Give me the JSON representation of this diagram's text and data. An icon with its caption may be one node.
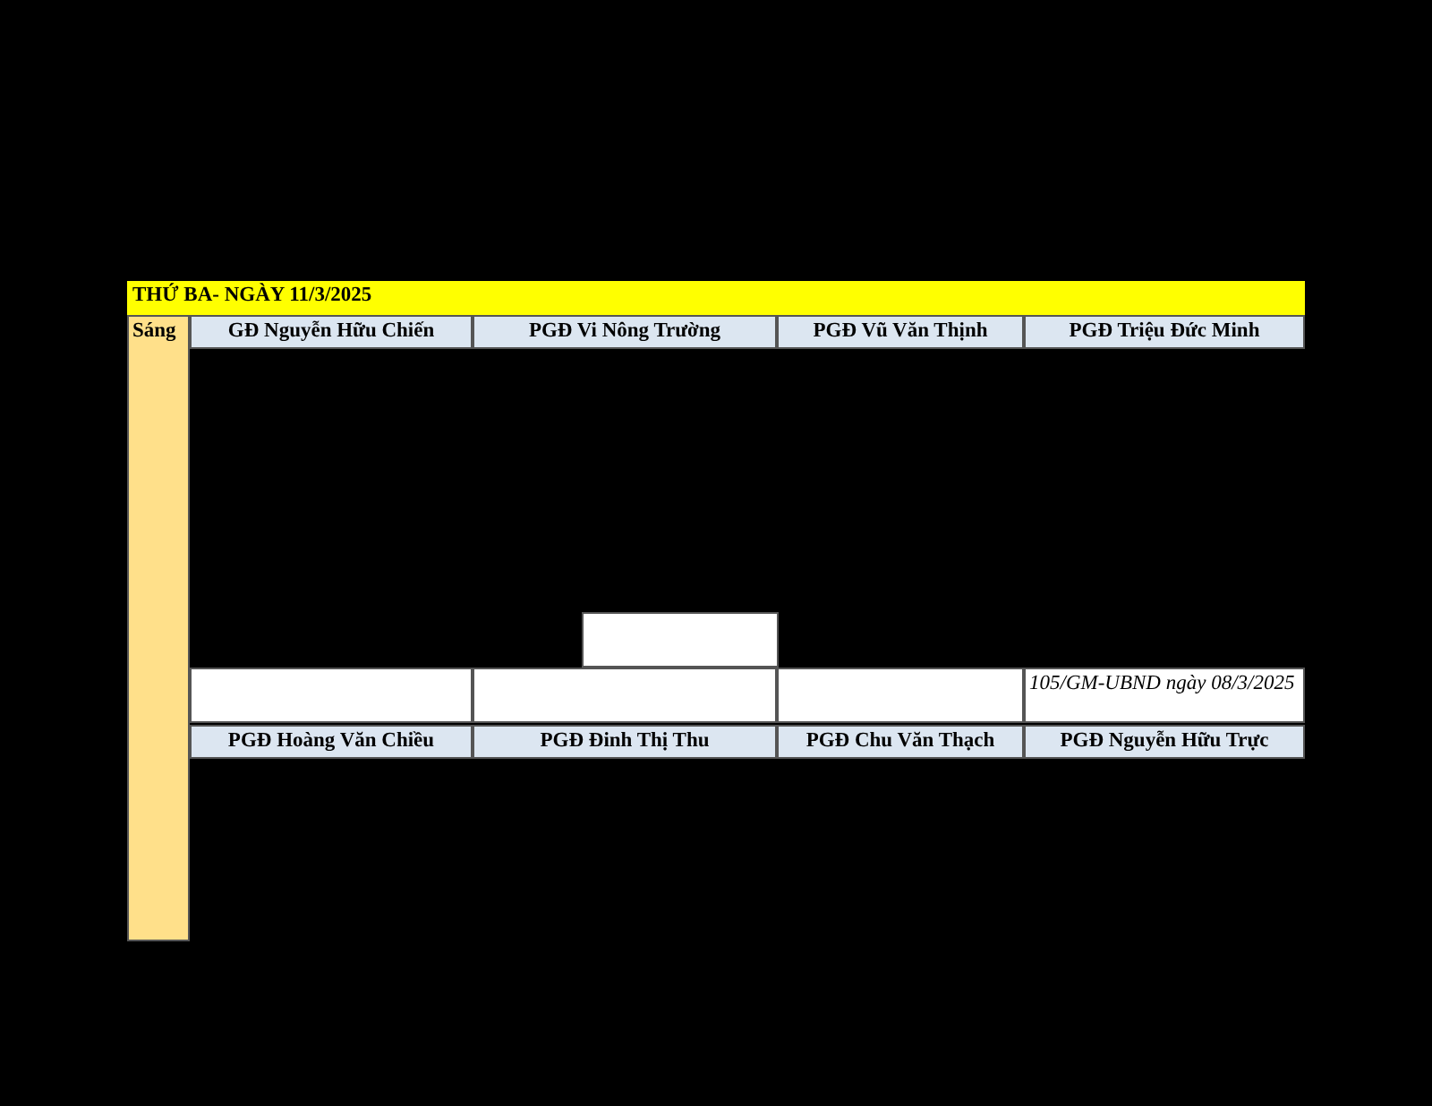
{
  "diagram": {
    "title": "THỨ BA- NGÀY 11/3/2025",
    "labels": [
      "Sáng",
      "GĐ Nguyễn Hữu Chiến",
      "PGĐ Vi Nông Trường",
      "PGĐ Vũ Văn Thịnh",
      "PGĐ Triệu Đức Minh",
      "105/GM-UBND ngày 08/3/2025",
      "PGĐ Hoàng Văn Chiều",
      "PGĐ Đinh Thị Thu",
      "PGĐ Chu Văn Thạch",
      "PGĐ Nguyễn Hữu Trực"
    ]
  }
}
